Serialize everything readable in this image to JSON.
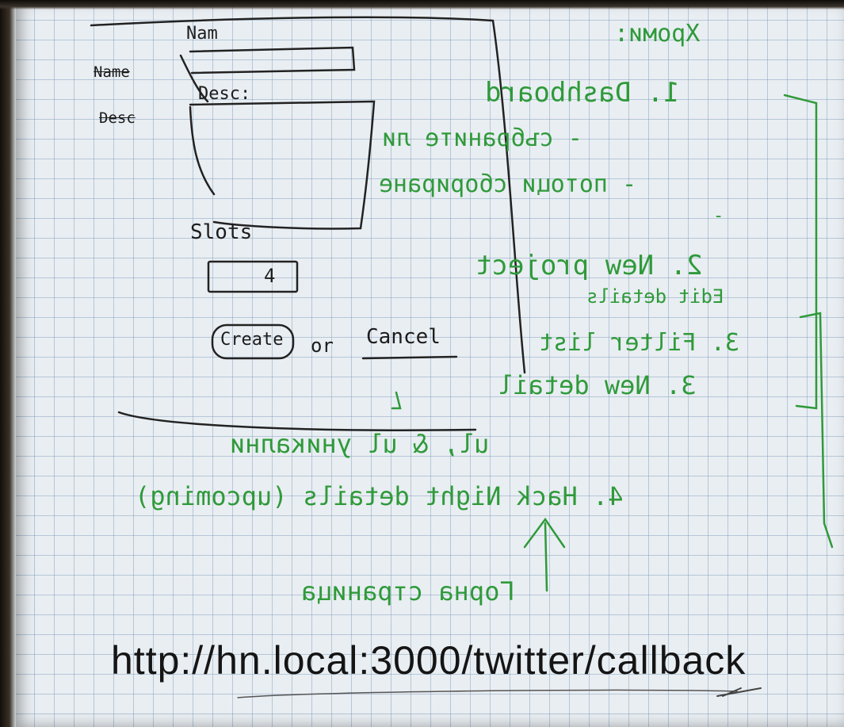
{
  "wireframe": {
    "name_label": "Nam",
    "left_name_label": "Name",
    "left_desc_label": "Desc",
    "desc_label": "Desc:",
    "slots_label": "Slots",
    "slots_value": "4",
    "create_button": "Create",
    "or_text": "or",
    "cancel_link": "Cancel"
  },
  "notes": {
    "header": "Хроми:",
    "item1": "1. Dashboard",
    "item1_sub1": "- събраните ли",
    "item1_sub2": "- потоци сбориране",
    "item1_sub3": "-",
    "item2": "2. New project",
    "item2_sub": "Edit details",
    "item3": "3. Filter list",
    "item4": "3. New detail",
    "line_ul": "ul, & ul уникални",
    "item5": "4. Hack Night details (upcoming)",
    "arrow_note": "Горна страница"
  },
  "url": "http://hn.local:3000/twitter/callback"
}
